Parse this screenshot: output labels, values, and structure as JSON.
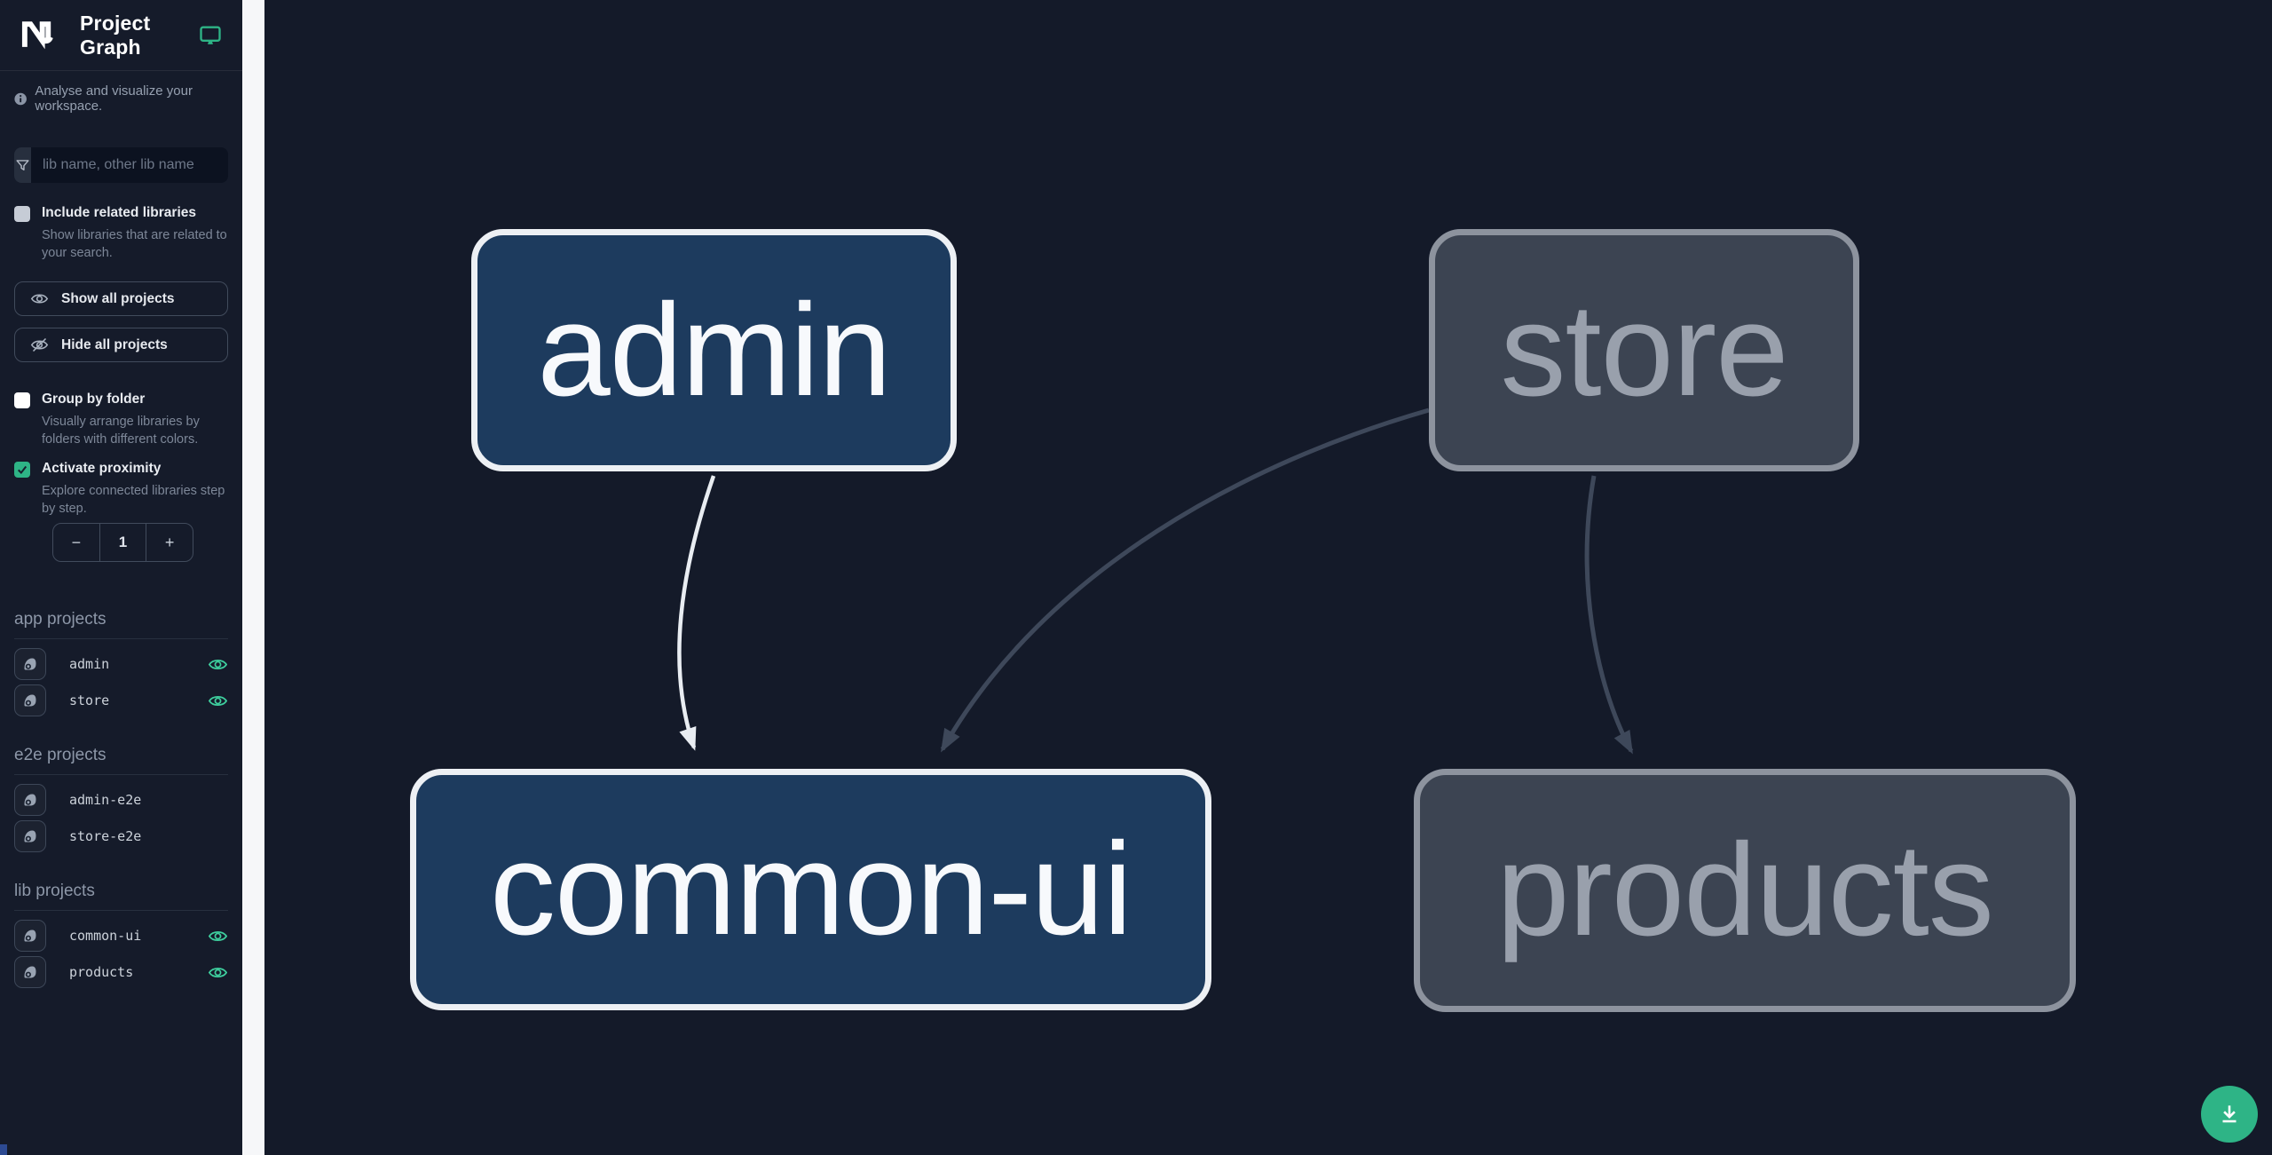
{
  "header": {
    "title": "Project Graph"
  },
  "sidebar": {
    "subtitle": "Analyse and visualize your workspace.",
    "search": {
      "placeholder": "lib name, other lib name"
    },
    "include_related": {
      "label": "Include related libraries",
      "description": "Show libraries that are related to your search.",
      "checked": false
    },
    "show_all_label": "Show all projects",
    "hide_all_label": "Hide all projects",
    "group_by_folder": {
      "label": "Group by folder",
      "description": "Visually arrange libraries by folders with different colors.",
      "checked": false
    },
    "activate_proximity": {
      "label": "Activate proximity",
      "description": "Explore connected libraries step by step.",
      "checked": true
    },
    "proximity_stepper": {
      "decrement_label": "−",
      "value": "1",
      "increment_label": "+"
    },
    "sections": [
      {
        "title": "app projects",
        "items": [
          {
            "name": "admin",
            "visible": true
          },
          {
            "name": "store",
            "visible": true
          }
        ]
      },
      {
        "title": "e2e projects",
        "items": [
          {
            "name": "admin-e2e",
            "visible": false
          },
          {
            "name": "store-e2e",
            "visible": false
          }
        ]
      },
      {
        "title": "lib projects",
        "items": [
          {
            "name": "common-ui",
            "visible": true
          },
          {
            "name": "products",
            "visible": true
          }
        ]
      }
    ]
  },
  "graph": {
    "nodes": [
      {
        "label": "admin",
        "type": "app",
        "state": "highlighted"
      },
      {
        "label": "store",
        "type": "app",
        "state": "dimmed"
      },
      {
        "label": "common-ui",
        "type": "lib",
        "state": "highlighted"
      },
      {
        "label": "products",
        "type": "lib",
        "state": "dimmed"
      }
    ],
    "edges": [
      {
        "from": "admin",
        "to": "common-ui",
        "state": "highlighted"
      },
      {
        "from": "store",
        "to": "common-ui",
        "state": "dimmed"
      },
      {
        "from": "store",
        "to": "products",
        "state": "dimmed"
      }
    ]
  },
  "colors": {
    "accent_teal": "#2eb486",
    "eye_icon_teal": "#3ecf9e",
    "node_highlight_fill": "#1d3b5e",
    "node_highlight_border": "#edf0f4",
    "node_dim_fill": "#3c4452",
    "node_dim_border": "#8d939e",
    "edge_highlight": "#e9edf2",
    "edge_dim": "#3e485a",
    "canvas_background": "#141a29",
    "sidebar_background": "#151b2a"
  }
}
